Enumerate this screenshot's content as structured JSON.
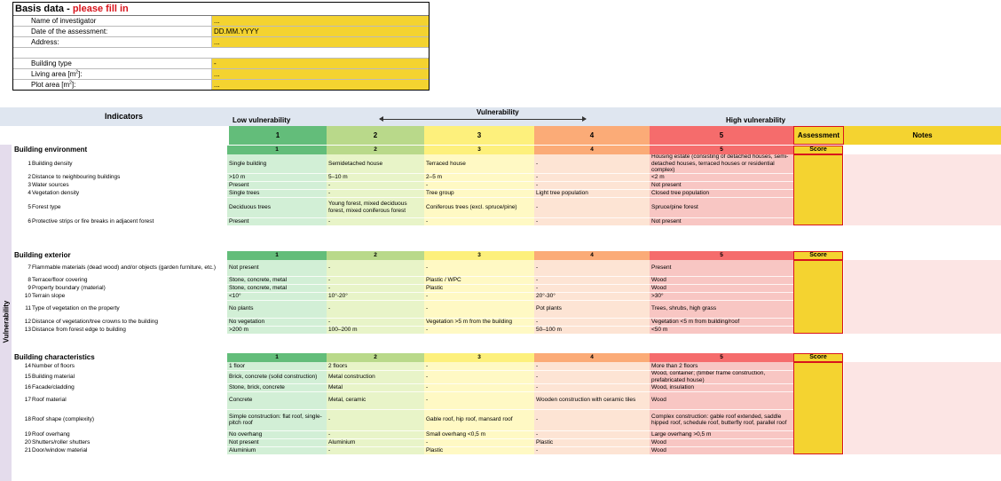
{
  "basis": {
    "title_prefix": "Basis data - ",
    "title_highlight": "please fill in",
    "rows": [
      {
        "label": "Name of investigator",
        "value": "..."
      },
      {
        "label": "Date of the assessment:",
        "value": "DD.MM.YYYY"
      },
      {
        "label": "Address:",
        "value": "..."
      },
      {
        "label": "",
        "value": ""
      },
      {
        "label": "Building type",
        "value": "-"
      },
      {
        "label": "Living area [m",
        "sup": "2",
        "label_end": "]:",
        "value": "..."
      },
      {
        "label": "Plot area [m",
        "sup": "2",
        "label_end": "]:",
        "value": "..."
      }
    ]
  },
  "header": {
    "indicators": "Indicators",
    "vulnerability": "Vulnerability",
    "low": "Low vulnerability",
    "high": "High vulnerability",
    "levels": [
      "1",
      "2",
      "3",
      "4",
      "5"
    ],
    "assessment": "Assessment",
    "notes": "Notes"
  },
  "side_label": "Vulnerability",
  "colors": {
    "head": [
      "#63bd7a",
      "#b9d98a",
      "#fdf07c",
      "#fbab77",
      "#f56c6c"
    ],
    "body": [
      "#d2efd6",
      "#e8f4c8",
      "#fff9c4",
      "#fde4d4",
      "#f8c6c3"
    ],
    "score": "#f4d330",
    "accent_red": "#d8141c"
  },
  "sections": [
    {
      "title": "Building environment",
      "levels": [
        "1",
        "2",
        "3",
        "4",
        "5"
      ],
      "score_label": "Score",
      "rows": [
        {
          "num": "1",
          "label": "Building density",
          "cells": [
            "Single building",
            "Semidetached house",
            "Terraced house",
            "-",
            "Housing estate (consisting of detached houses, semi-detached houses, terraced houses or residential complex)"
          ]
        },
        {
          "num": "2",
          "label": "Distance to neighbouring buildings",
          "cells": [
            ">10 m",
            "5–10 m",
            "2–5 m",
            "-",
            "<2 m"
          ]
        },
        {
          "num": "3",
          "label": "Water sources",
          "cells": [
            "Present",
            "-",
            "-",
            "-",
            "Not present"
          ]
        },
        {
          "num": "4",
          "label": "Vegetation density",
          "cells": [
            "Single trees",
            "-",
            "Tree group",
            "Light tree population",
            "Closed tree population"
          ]
        },
        {
          "num": "5",
          "label": "Forest type",
          "cells": [
            "Deciduous trees",
            "Young forest, mixed deciduous forest, mixed coniferous forest",
            "Coniferous trees (excl. spruce/pine)",
            "-",
            "Spruce/pine forest"
          ]
        },
        {
          "num": "6",
          "label": "Protective strips or fire breaks in adjacent forest",
          "cells": [
            "Present",
            "-",
            "-",
            "-",
            "Not present"
          ]
        }
      ]
    },
    {
      "title": "Building exterior",
      "levels": [
        "1",
        "2",
        "3",
        "4",
        "5"
      ],
      "score_label": "Score",
      "rows": [
        {
          "num": "7",
          "label": "Flammable materials (dead wood) and/or objects (garden furniture, etc.)",
          "cells": [
            "Not present",
            "-",
            "-",
            "-",
            "Present"
          ]
        },
        {
          "num": "8",
          "label": "Terrace/floor covering",
          "cells": [
            "Stone, concrete, metal",
            "-",
            "Plastic / WPC",
            "-",
            "Wood"
          ]
        },
        {
          "num": "9",
          "label": "Property boundary (material)",
          "cells": [
            "Stone, concrete, metal",
            "-",
            "Plastic",
            "-",
            "Wood"
          ]
        },
        {
          "num": "10",
          "label": "Terrain slope",
          "cells": [
            "<10°",
            "10°-20°",
            "-",
            "20°-30°",
            ">30°"
          ]
        },
        {
          "num": "11",
          "label": "Type of vegetation on the property",
          "cells": [
            "No plants",
            "-",
            "-",
            "Pot plants",
            "Trees, shrubs, high grass"
          ]
        },
        {
          "num": "12",
          "label": "Distance of vegetation/tree crowns to the building",
          "cells": [
            "No vegetation",
            "-",
            "Vegetation >5 m from the building",
            "-",
            "Vegetation <5 m from building/roof"
          ]
        },
        {
          "num": "13",
          "label": "Distance from forest edge to building",
          "cells": [
            ">200 m",
            "100–200 m",
            "-",
            "50–100 m",
            "<50 m"
          ]
        }
      ]
    },
    {
      "title": "Building characteristics",
      "levels": [
        "1",
        "2",
        "3",
        "4",
        "5"
      ],
      "score_label": "Score",
      "rows": [
        {
          "num": "14",
          "label": "Number of floors",
          "cells": [
            "1 floor",
            "2 floors",
            "-",
            "-",
            "More than 2 floors"
          ]
        },
        {
          "num": "15",
          "label": "Building material",
          "cells": [
            "Brick, concrete (solid construction)",
            "Metal construction",
            "-",
            "-",
            "Wood, container; (timber frame construction, prefabricated house)"
          ]
        },
        {
          "num": "16",
          "label": "Facade/cladding",
          "cells": [
            "Stone, brick, concrete",
            "Metal",
            "-",
            "-",
            "Wood, insulation"
          ]
        },
        {
          "num": "17",
          "label": "Roof material",
          "cells": [
            "Concrete",
            "Metal, ceramic",
            "-",
            "Wooden construction with ceramic tiles",
            "Wood"
          ]
        },
        {
          "num": "18",
          "label": "Roof shape (complexity)",
          "cells": [
            "Simple construction: flat roof, single-pitch roof",
            "-",
            "Gable roof, hip roof, mansard roof",
            "-",
            "Complex construction: gable roof extended, saddle hipped roof, schedule roof, butterfly roof, parallel roof"
          ]
        },
        {
          "num": "19",
          "label": "Roof overhang",
          "cells": [
            "No overhang",
            "-",
            "Small overhang <0,5 m",
            "-",
            "Large overhang >0,5 m"
          ]
        },
        {
          "num": "20",
          "label": "Shutters/roller shutters",
          "cells": [
            "Not present",
            "Aluminium",
            "-",
            "Plastic",
            "Wood"
          ]
        },
        {
          "num": "21",
          "label": "Door/window material",
          "cells": [
            "Aluminium",
            "-",
            "Plastic",
            "-",
            "Wood"
          ]
        }
      ]
    }
  ]
}
